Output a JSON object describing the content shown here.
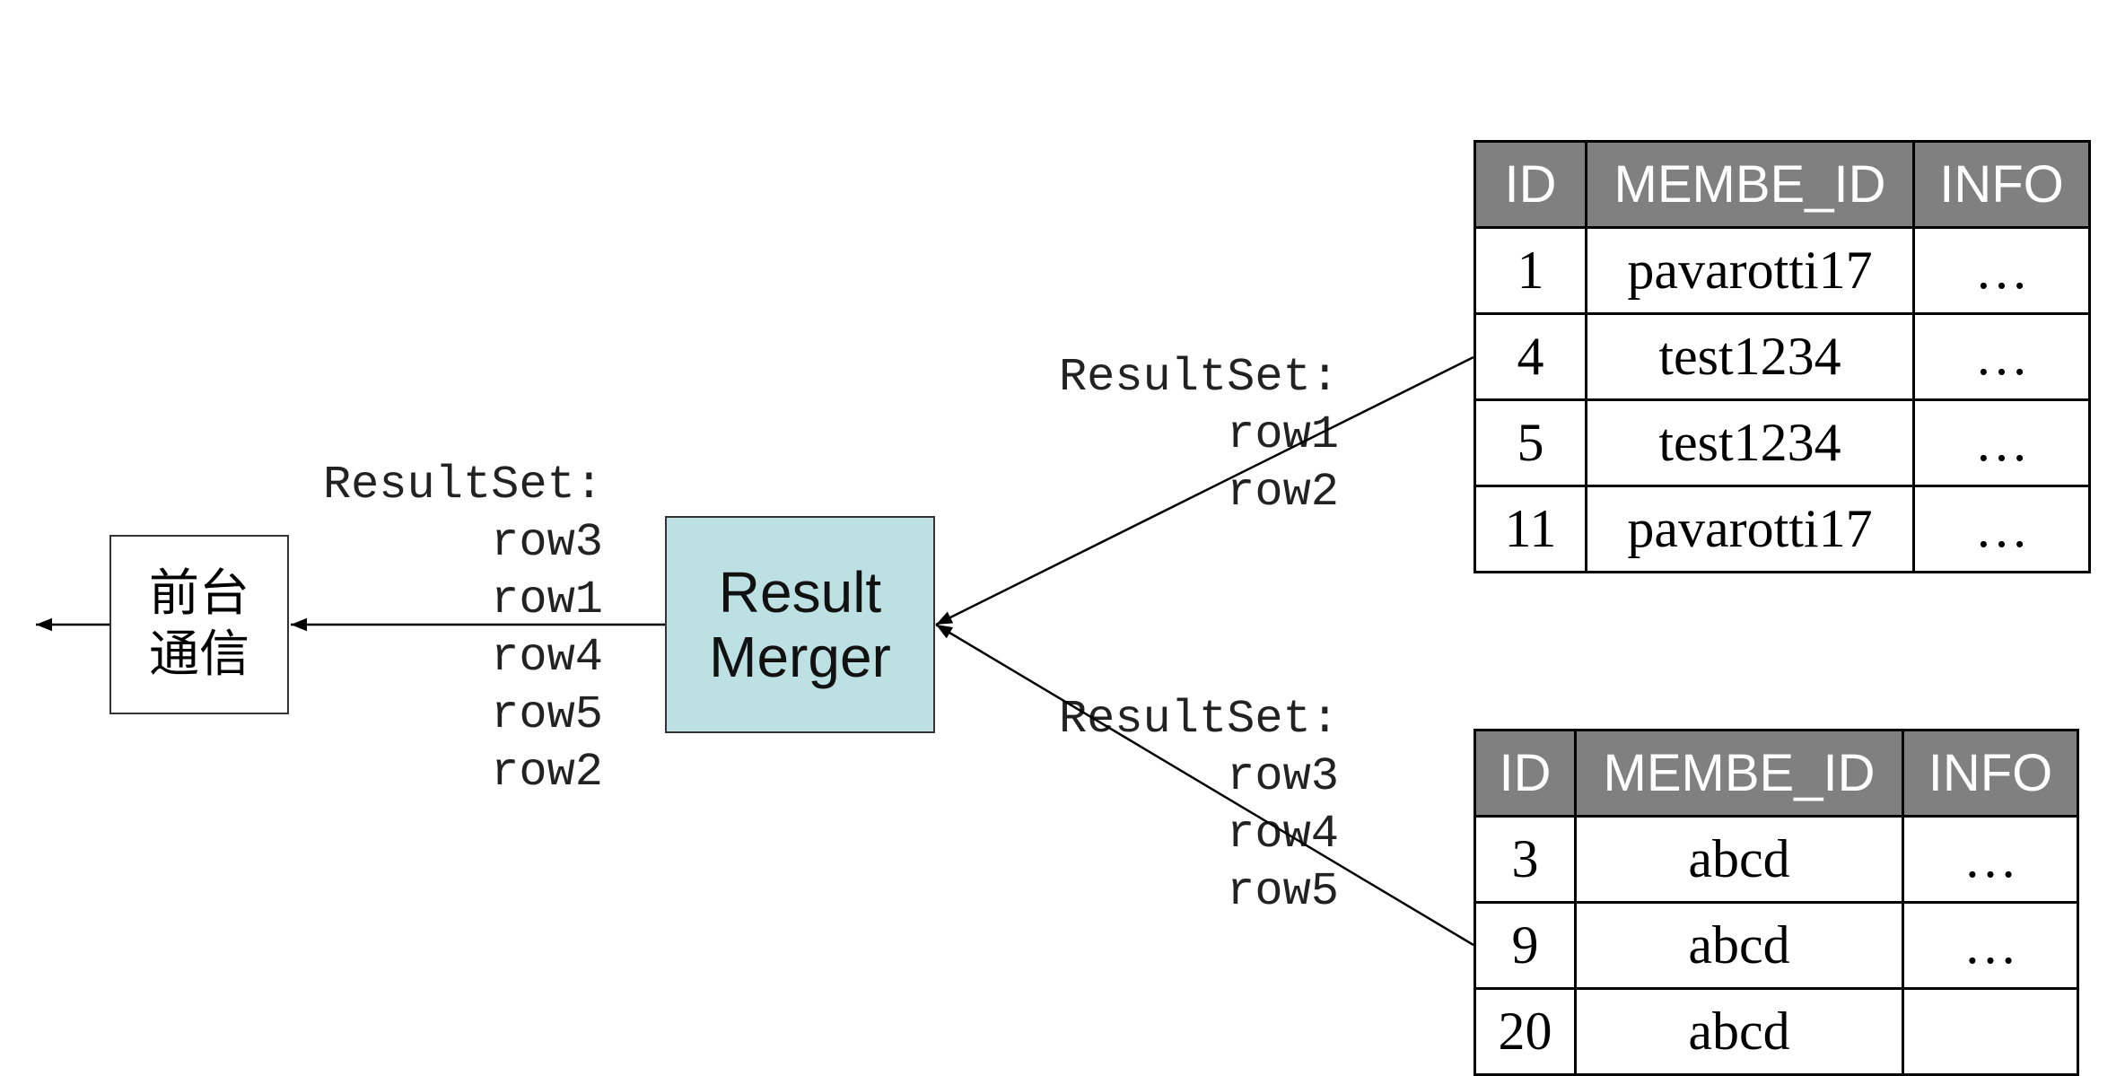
{
  "frontend_box": {
    "line1": "前台",
    "line2": "通信"
  },
  "result_merger": {
    "line1": "Result",
    "line2": "Merger"
  },
  "result_sets": {
    "to_frontend": {
      "title": "ResultSet:",
      "rows": [
        "row3",
        "row1",
        "row4",
        "row5",
        "row2"
      ]
    },
    "from_table_1": {
      "title": "ResultSet:",
      "rows": [
        "row1",
        "row2"
      ]
    },
    "from_table_2": {
      "title": "ResultSet:",
      "rows": [
        "row3",
        "row4",
        "row5"
      ]
    }
  },
  "tables": [
    {
      "headers": [
        "ID",
        "MEMBE_ID",
        "INFO"
      ],
      "rows": [
        [
          "1",
          "pavarotti17",
          "…"
        ],
        [
          "4",
          "test1234",
          "…"
        ],
        [
          "5",
          "test1234",
          "…"
        ],
        [
          "11",
          "pavarotti17",
          "…"
        ]
      ]
    },
    {
      "headers": [
        "ID",
        "MEMBE_ID",
        "INFO"
      ],
      "rows": [
        [
          "3",
          "abcd",
          "…"
        ],
        [
          "9",
          "abcd",
          "…"
        ],
        [
          "20",
          "abcd",
          ""
        ]
      ]
    }
  ],
  "colors": {
    "merger_fill": "#bde0e3",
    "table_header_fill": "#808080",
    "table_header_text": "#ffffff",
    "line": "#000000"
  }
}
